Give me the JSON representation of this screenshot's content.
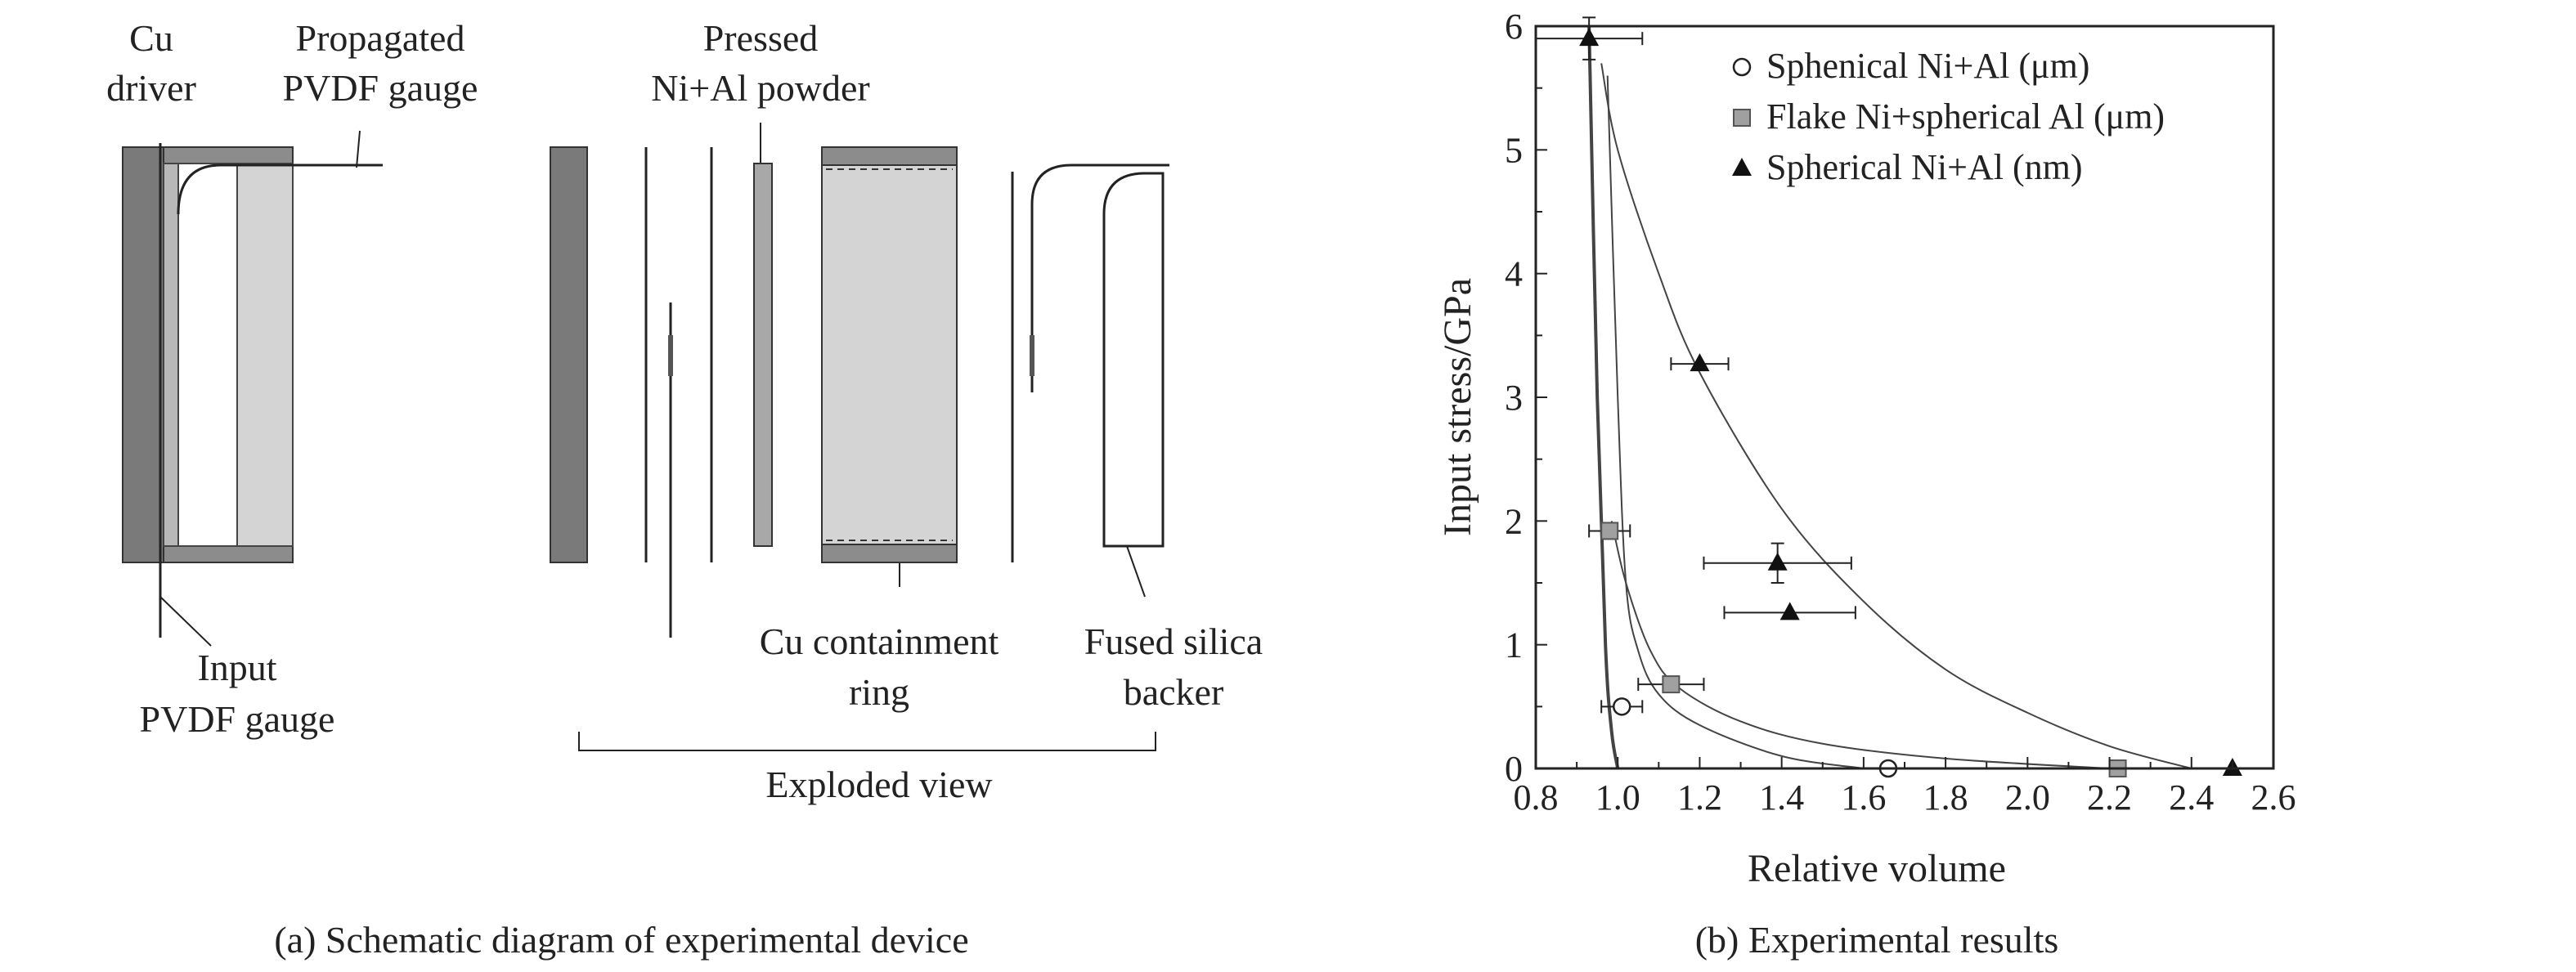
{
  "panel_a": {
    "labels": {
      "cu_driver_1": "Cu",
      "cu_driver_2": "driver",
      "propagated_1": "Propagated",
      "propagated_2": "PVDF gauge",
      "pressed_1": "Pressed",
      "pressed_2": "Ni+Al powder",
      "input_1": "Input",
      "input_2": "PVDF gauge",
      "containment_1": "Cu containment",
      "containment_2": "ring",
      "backer_1": "Fused silica",
      "backer_2": "backer",
      "exploded": "Exploded view"
    },
    "caption": "(a) Schematic diagram of experimental device"
  },
  "panel_b": {
    "caption": "(b) Experimental results"
  },
  "chart_data": {
    "type": "scatter",
    "xlabel": "Relative volume",
    "ylabel": "Input stress/GPa",
    "xlim": [
      0.8,
      2.6
    ],
    "ylim": [
      0,
      6
    ],
    "xticks": [
      "0.8",
      "1.0",
      "1.2",
      "1.4",
      "1.6",
      "1.8",
      "2.0",
      "2.2",
      "2.4",
      "2.6"
    ],
    "yticks": [
      "0",
      "1",
      "2",
      "3",
      "4",
      "5",
      "6"
    ],
    "legend_position": "top-right",
    "series": [
      {
        "name": "Sphenical Ni+Al (μm)",
        "marker": "circle-open",
        "points": [
          {
            "x": 1.01,
            "y": 0.5,
            "xerr": 0.05,
            "yerr": 0
          },
          {
            "x": 1.66,
            "y": 0.0,
            "xerr": 0,
            "yerr": 0
          }
        ]
      },
      {
        "name": "Flake Ni+spherical Al (μm)",
        "marker": "square-gray",
        "points": [
          {
            "x": 0.98,
            "y": 1.92,
            "xerr": 0.05,
            "yerr": 0
          },
          {
            "x": 1.13,
            "y": 0.68,
            "xerr": 0.08,
            "yerr": 0
          },
          {
            "x": 2.22,
            "y": 0.0,
            "xerr": 0,
            "yerr": 0
          }
        ]
      },
      {
        "name": "Spherical Ni+Al (nm)",
        "marker": "triangle-filled",
        "points": [
          {
            "x": 0.93,
            "y": 5.9,
            "xerr": 0.13,
            "yerr": 0.17
          },
          {
            "x": 1.2,
            "y": 3.27,
            "xerr": 0.07,
            "yerr": 0
          },
          {
            "x": 1.39,
            "y": 1.66,
            "xerr": 0.18,
            "yerr": 0.16
          },
          {
            "x": 1.42,
            "y": 1.26,
            "xerr": 0.16,
            "yerr": 0
          },
          {
            "x": 2.5,
            "y": 0.0,
            "xerr": 0,
            "yerr": 0
          }
        ]
      }
    ],
    "curves": [
      {
        "points": [
          [
            0.93,
            6.0
          ],
          [
            0.95,
            3.0
          ],
          [
            0.97,
            1.0
          ],
          [
            0.985,
            0.3
          ],
          [
            1.0,
            0.0
          ]
        ]
      },
      {
        "points": [
          [
            0.975,
            5.6
          ],
          [
            1.0,
            3.0
          ],
          [
            1.02,
            1.5
          ],
          [
            1.05,
            0.95
          ],
          [
            1.1,
            0.6
          ],
          [
            1.2,
            0.35
          ],
          [
            1.4,
            0.1
          ],
          [
            1.6,
            0.0
          ]
        ]
      },
      {
        "points": [
          [
            0.985,
            2.0
          ],
          [
            1.02,
            1.5
          ],
          [
            1.08,
            0.95
          ],
          [
            1.15,
            0.65
          ],
          [
            1.3,
            0.38
          ],
          [
            1.5,
            0.2
          ],
          [
            1.8,
            0.08
          ],
          [
            2.2,
            0.0
          ]
        ]
      },
      {
        "points": [
          [
            0.96,
            5.7
          ],
          [
            1.0,
            5.0
          ],
          [
            1.1,
            4.0
          ],
          [
            1.2,
            3.2
          ],
          [
            1.4,
            2.1
          ],
          [
            1.6,
            1.35
          ],
          [
            1.8,
            0.8
          ],
          [
            2.0,
            0.45
          ],
          [
            2.2,
            0.18
          ],
          [
            2.4,
            0.0
          ]
        ]
      }
    ]
  }
}
